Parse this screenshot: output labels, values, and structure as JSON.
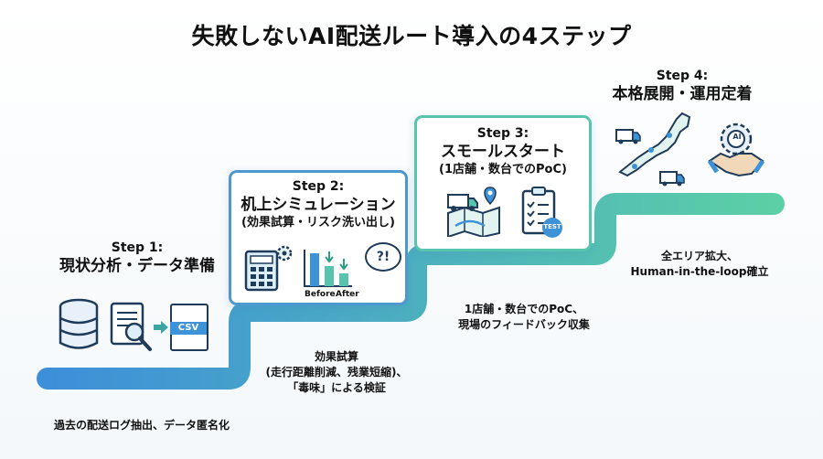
{
  "title": "失敗しないAI配送ルート導入の4ステップ",
  "steps": [
    {
      "number": "Step 1:",
      "name": "現状分析・データ準備",
      "note": "過去の配送ログ抽出、データ匿名化",
      "icon_label": "CSV"
    },
    {
      "number": "Step 2:",
      "name": "机上シミュレーション",
      "sub": "(効果試算・リスク洗い出し)",
      "note_lines": [
        "効果試算",
        "(走行距離削減、残業短縮)、",
        "「毒味」による検証"
      ],
      "before_label": "Before",
      "after_label": "After",
      "bubble_label": "?!"
    },
    {
      "number": "Step 3:",
      "name": "スモールスタート",
      "sub": "(1店舗・数台でのPoC)",
      "note_lines": [
        "1店舗・数台でのPoC、",
        "現場のフィードバック収集"
      ],
      "test_label": "TEST"
    },
    {
      "number": "Step 4:",
      "name": "本格展開・運用定着",
      "note_lines": [
        "全エリア拡大、",
        "Human-in-the-loop確立"
      ],
      "ai_label": "AI"
    }
  ],
  "colors": {
    "stair_start": "#3d8fd9",
    "stair_end": "#5ccfa6",
    "border_blue": "#4f97cf",
    "border_green": "#57c4ad"
  }
}
